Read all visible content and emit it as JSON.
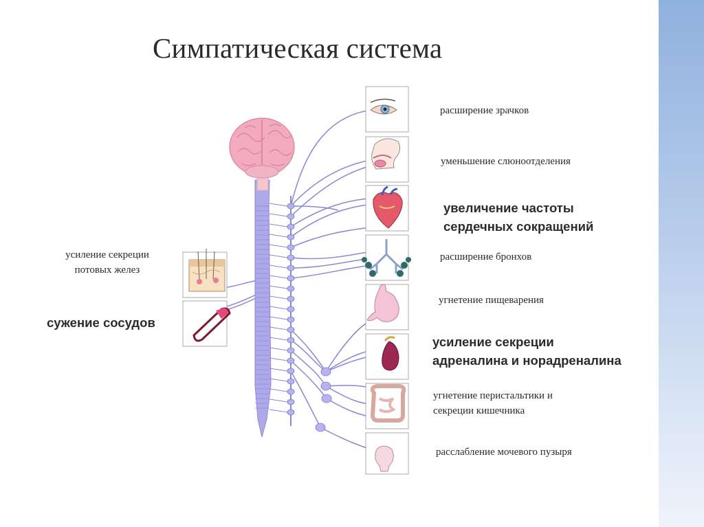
{
  "title": "Симпатическая система",
  "colors": {
    "nerve": "#a9a6e4",
    "nerve_stroke": "#7b76cc",
    "brain": "#f2a6bd",
    "side_band": "#9cb8e3"
  },
  "organ_labels": [
    {
      "lines": [
        "расширение зрачков"
      ]
    },
    {
      "lines": [
        "уменьшение слюноотделения"
      ]
    },
    {
      "lines": [
        "увеличение частоты",
        "сердечных сокращений"
      ]
    },
    {
      "lines": [
        "расширение бронхов"
      ]
    },
    {
      "lines": [
        "угнетение пищеварения"
      ]
    },
    {
      "lines": [
        "усиление секреции",
        "адреналина и норадреналина"
      ]
    },
    {
      "lines": [
        "угнетение перистальтики и",
        "секреции кишечника"
      ]
    },
    {
      "lines": [
        "расслабление мочевого пузыря"
      ]
    }
  ],
  "left_labels": [
    {
      "lines": [
        "усиление секреции",
        "потовых желез"
      ]
    },
    {
      "lines": [
        "сужение сосудов"
      ]
    }
  ],
  "icons": {
    "brain": "brain-icon",
    "eye": "eye-icon",
    "salivary": "salivary-gland-icon",
    "heart": "heart-icon",
    "lungs": "lungs-icon",
    "stomach": "stomach-icon",
    "adrenal": "adrenal-gland-icon",
    "intestine": "intestine-icon",
    "bladder": "bladder-icon",
    "skin": "skin-sweat-gland-icon",
    "vessel": "blood-vessel-icon"
  }
}
